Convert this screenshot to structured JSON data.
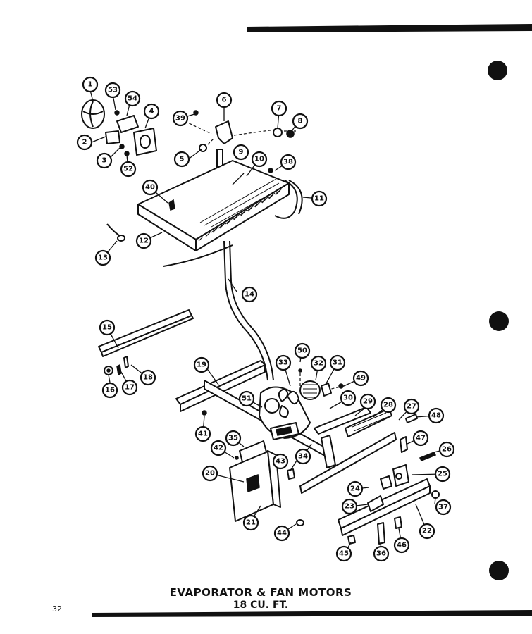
{
  "title": "EVAPORATOR & FAN MOTORS",
  "subtitle": "18 CU. FT.",
  "page_number": "32",
  "callouts": [
    "1",
    "2",
    "3",
    "4",
    "5",
    "6",
    "7",
    "8",
    "9",
    "10",
    "11",
    "12",
    "13",
    "14",
    "15",
    "16",
    "17",
    "18",
    "19",
    "20",
    "21",
    "22",
    "23",
    "24",
    "25",
    "26",
    "27",
    "28",
    "29",
    "30",
    "31",
    "32",
    "33",
    "34",
    "35",
    "36",
    "37",
    "38",
    "39",
    "40",
    "41",
    "42",
    "43",
    "44",
    "45",
    "46",
    "47",
    "48",
    "49",
    "50",
    "51",
    "52",
    "53",
    "54"
  ]
}
